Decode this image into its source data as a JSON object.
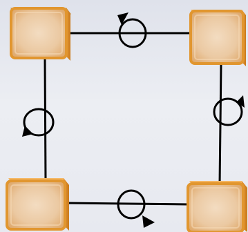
{
  "diagram": {
    "type": "square-loop-of-cubes",
    "node_count": 4,
    "edge_count": 4,
    "nodes": [
      {
        "name": "cube-top-left"
      },
      {
        "name": "cube-top-right"
      },
      {
        "name": "cube-bottom-left"
      },
      {
        "name": "cube-bottom-right"
      }
    ],
    "edges": [
      {
        "from": "cube-top-left",
        "to": "cube-top-right",
        "icon": "rotation-arrow-icon"
      },
      {
        "from": "cube-top-right",
        "to": "cube-bottom-right",
        "icon": "rotation-arrow-icon"
      },
      {
        "from": "cube-bottom-left",
        "to": "cube-bottom-right",
        "icon": "rotation-arrow-icon"
      },
      {
        "from": "cube-top-left",
        "to": "cube-bottom-left",
        "icon": "rotation-arrow-icon"
      }
    ],
    "colors": {
      "background": "#e6e8ef",
      "cube_face": "#e9c79f",
      "cube_top": "#f0ad52",
      "cube_side": "#d98c28",
      "cube_border": "#c98a3a",
      "line": "#000000"
    }
  }
}
